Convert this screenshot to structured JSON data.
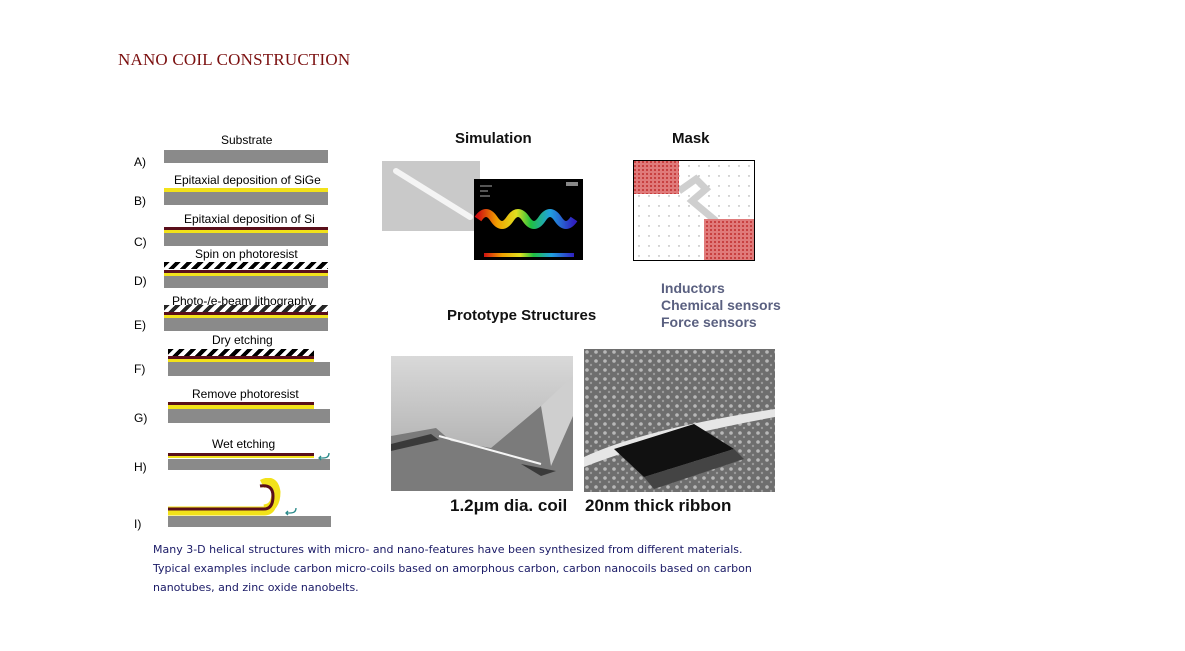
{
  "title": "NANO COIL CONSTRUCTION",
  "process_steps": [
    {
      "letter": "A)",
      "label": "Substrate"
    },
    {
      "letter": "B)",
      "label": "Epitaxial deposition of SiGe"
    },
    {
      "letter": "C)",
      "label": "Epitaxial deposition of Si"
    },
    {
      "letter": "D)",
      "label": "Spin on photoresist"
    },
    {
      "letter": "E)",
      "label": "Photo-/e-beam lithography"
    },
    {
      "letter": "F)",
      "label": "Dry etching"
    },
    {
      "letter": "G)",
      "label": "Remove photoresist"
    },
    {
      "letter": "H)",
      "label": "Wet etching"
    },
    {
      "letter": "I)",
      "label": ""
    }
  ],
  "headings": {
    "simulation": "Simulation",
    "mask": "Mask",
    "prototype": "Prototype Structures"
  },
  "applications": [
    "Inductors",
    "Chemical sensors",
    "Force sensors"
  ],
  "captions": {
    "coil": "1.2μm dia. coil",
    "ribbon": "20nm thick ribbon"
  },
  "description": [
    "Many 3-D helical structures with micro- and nano-features have been synthesized from different materials.",
    "Typical examples include carbon micro-coils based on amorphous carbon, carbon nanocoils based on carbon",
    "nanotubes, and zinc oxide nanobelts."
  ],
  "colors": {
    "title": "#7b1010",
    "substrate": "#8a8a8a",
    "sige": "#f2e21a",
    "si": "#5a0f1a",
    "applications": "#5a6080",
    "description": "#1a1a66"
  }
}
